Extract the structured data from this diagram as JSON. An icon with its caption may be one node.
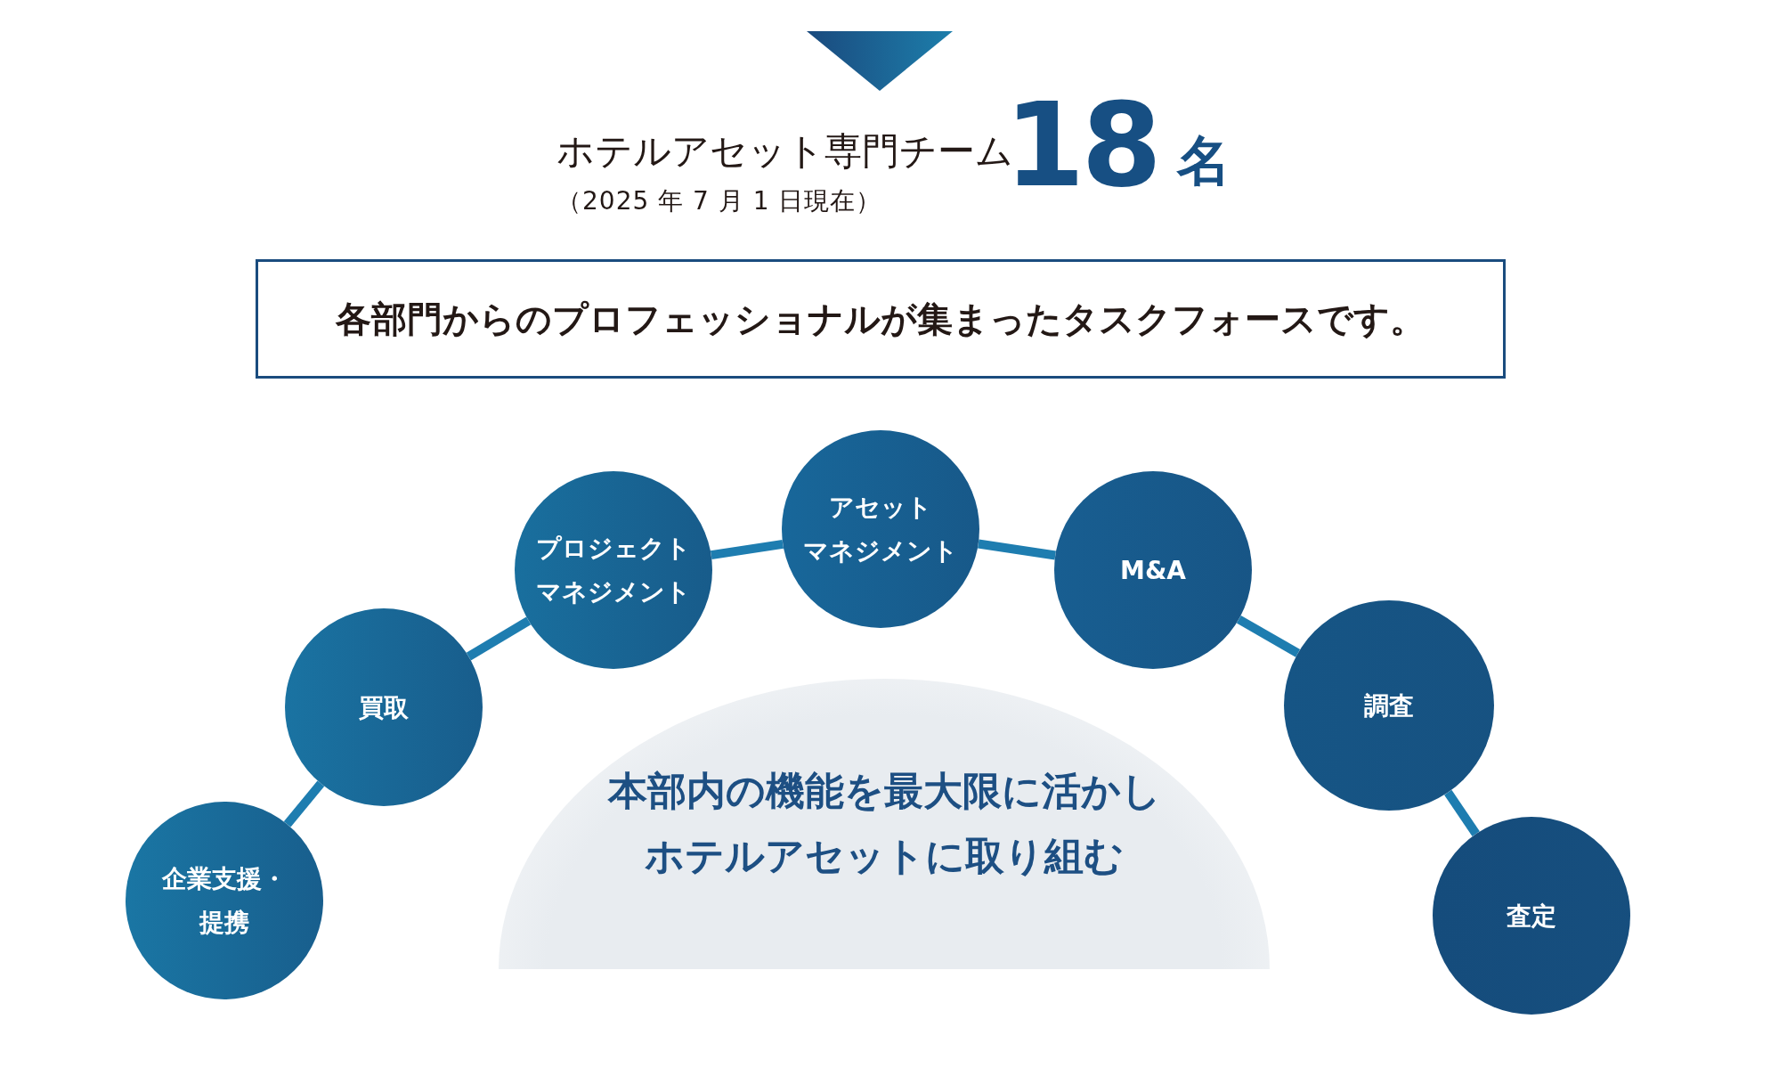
{
  "diagram": {
    "title": "ホテルアセット専門チーム",
    "nodes": [
      {
        "text": [],
        "shape": "triangle"
      },
      {
        "text": [
          "各部門からのプロフェッショナルが集まったタスクフォースです。"
        ]
      },
      {
        "text": [
          "企業支援・提携"
        ]
      },
      {
        "text": [
          "買取"
        ]
      },
      {
        "text": [
          "プロジェクトマネジメント"
        ]
      },
      {
        "text": [
          "アセットマネジメント"
        ]
      },
      {
        "text": [
          "M&A"
        ]
      },
      {
        "text": [
          "調査"
        ]
      },
      {
        "text": [
          "査定"
        ]
      },
      {
        "text": [
          "本部内の機能を最大限に活かしホテルアセットに取り組む"
        ]
      }
    ],
    "edges": [
      {
        "from": 2,
        "to": 3,
        "arrow": "none"
      },
      {
        "from": 3,
        "to": 4,
        "arrow": "none"
      },
      {
        "from": 4,
        "to": 5,
        "arrow": "none"
      },
      {
        "from": 5,
        "to": 6,
        "arrow": "none"
      },
      {
        "from": 6,
        "to": 7,
        "arrow": "none"
      },
      {
        "from": 7,
        "to": 8,
        "arrow": "none"
      }
    ],
    "labels": [
      "（2025 年 7 月 1 日現在）",
      "18",
      "名"
    ]
  }
}
